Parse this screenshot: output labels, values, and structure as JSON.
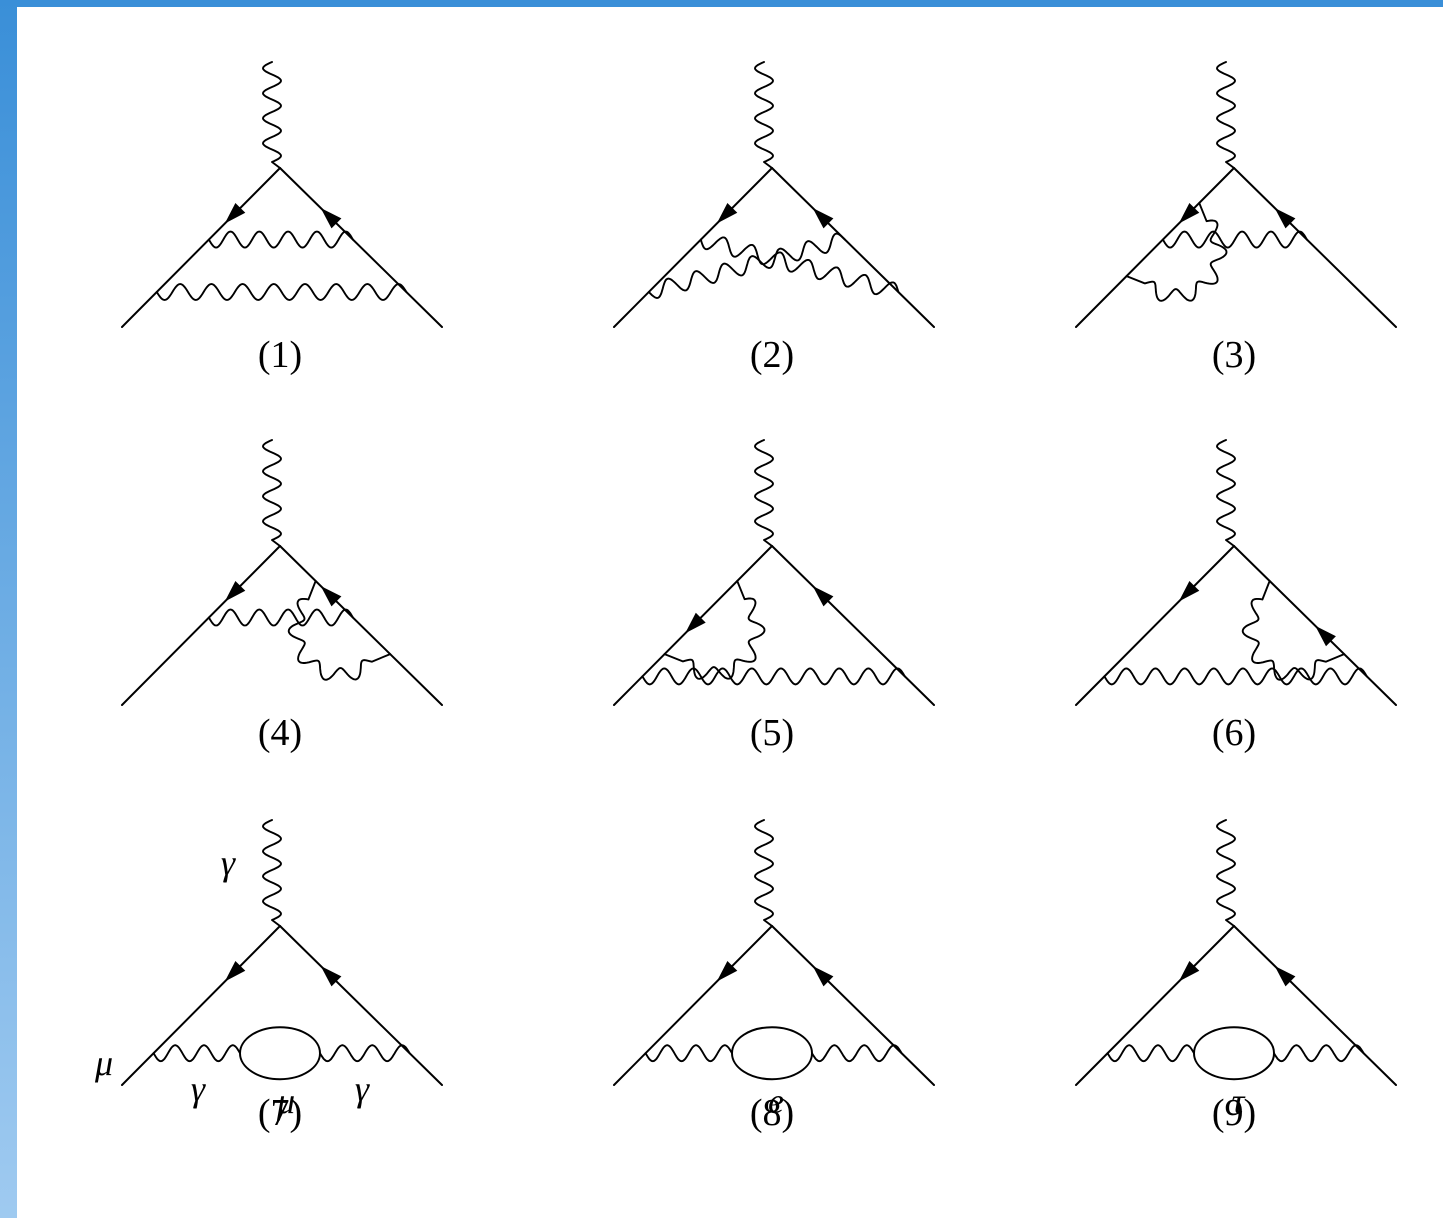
{
  "frame": {
    "accent_color": "#3a8fd8",
    "accent_color_light": "#9fcaf0"
  },
  "diagrams": [
    {
      "caption": "(1)",
      "labels": {}
    },
    {
      "caption": "(2)",
      "labels": {}
    },
    {
      "caption": "(3)",
      "labels": {}
    },
    {
      "caption": "(4)",
      "labels": {}
    },
    {
      "caption": "(5)",
      "labels": {}
    },
    {
      "caption": "(6)",
      "labels": {}
    },
    {
      "caption": "(7)",
      "labels": {
        "photon": "γ",
        "external": "μ",
        "left_photon": "γ",
        "loop": "μ",
        "right_photon": "γ"
      }
    },
    {
      "caption": "(8)",
      "labels": {
        "loop": "e"
      }
    },
    {
      "caption": "(9)",
      "labels": {
        "loop": "τ"
      }
    }
  ]
}
